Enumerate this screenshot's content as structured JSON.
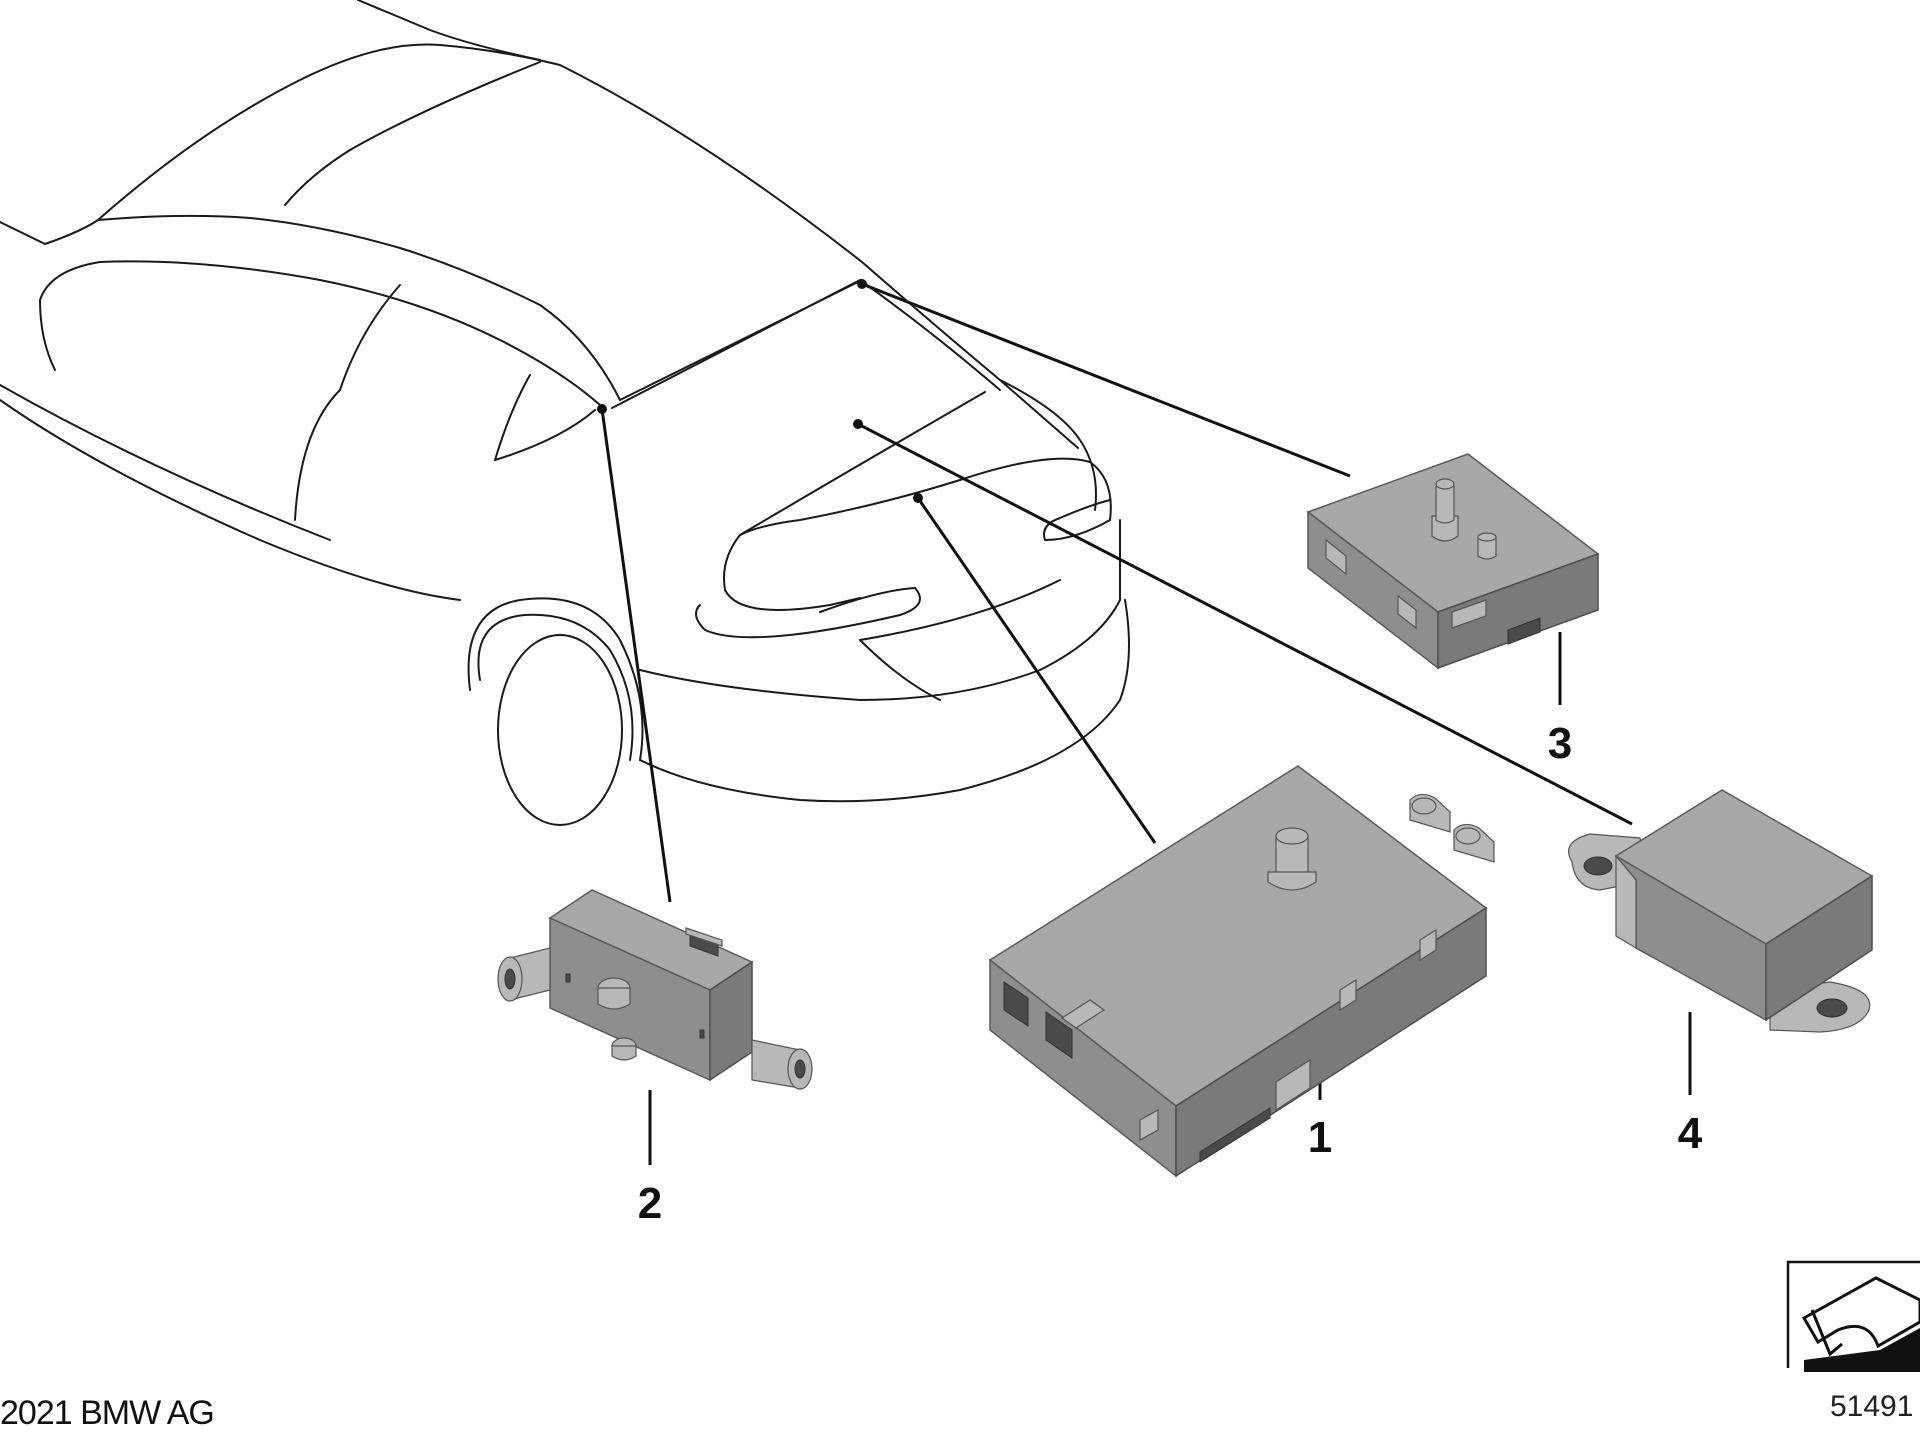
{
  "callouts": [
    {
      "id": "1",
      "label": "1"
    },
    {
      "id": "2",
      "label": "2"
    },
    {
      "id": "3",
      "label": "3"
    },
    {
      "id": "4",
      "label": "4"
    }
  ],
  "copyright": "2021 BMW AG",
  "reference_number": "51491",
  "colors": {
    "line": "#1a1a1a",
    "part_top": "#a8a8a8",
    "part_side": "#8e8e8e",
    "background": "#ffffff"
  },
  "icons": {
    "view_indicator": "arrow-view-icon"
  }
}
